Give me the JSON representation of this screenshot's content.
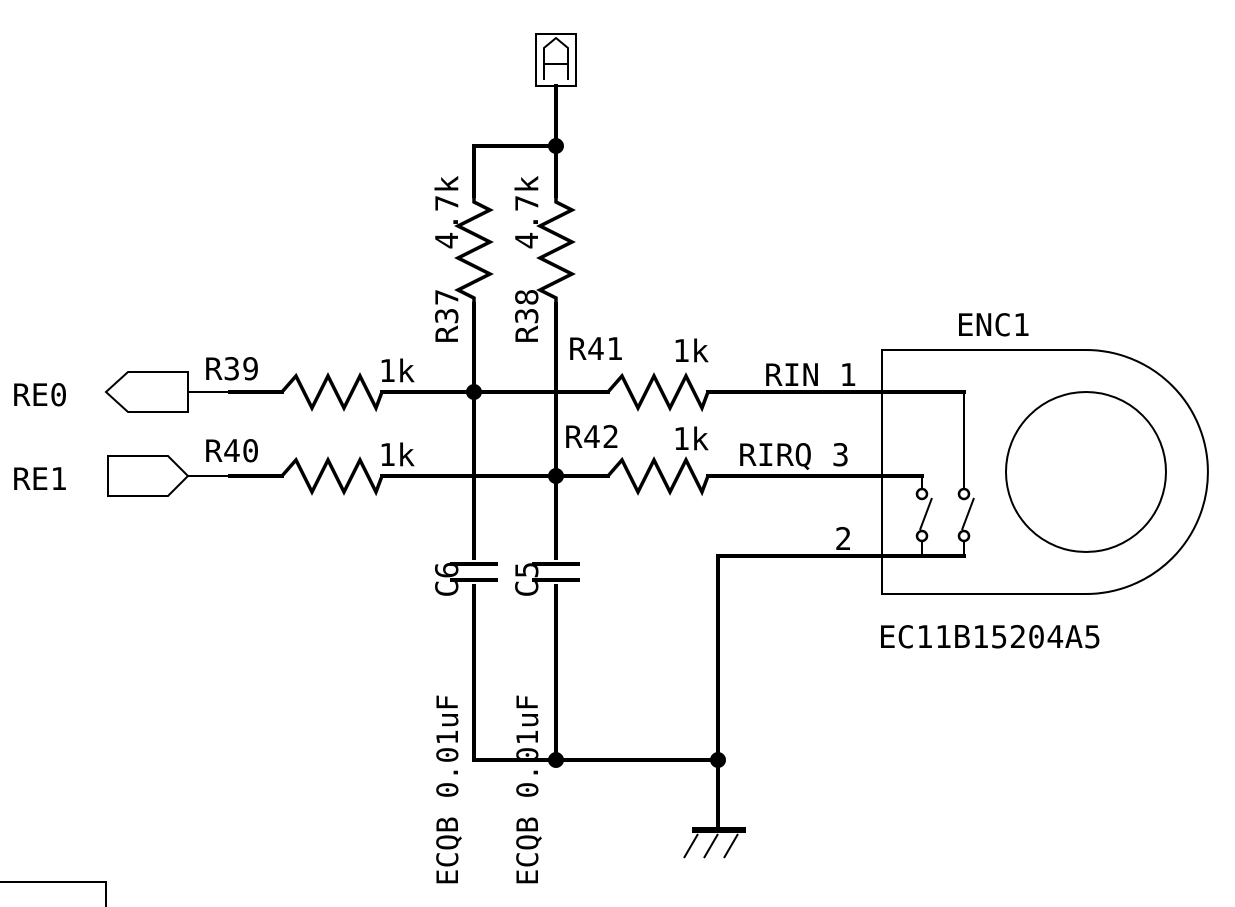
{
  "nets": {
    "re0": "RE0",
    "re1": "RE1"
  },
  "resistors": {
    "r37": {
      "ref": "R37",
      "value": "4.7k"
    },
    "r38": {
      "ref": "R38",
      "value": "4.7k"
    },
    "r39": {
      "ref": "R39",
      "value": "1k"
    },
    "r40": {
      "ref": "R40",
      "value": "1k"
    },
    "r41": {
      "ref": "R41",
      "value": "1k"
    },
    "r42": {
      "ref": "R42",
      "value": "1k"
    }
  },
  "capacitors": {
    "c6": {
      "ref": "C6",
      "value": "ECQB 0.01uF"
    },
    "c5": {
      "ref": "C5",
      "value": "ECQB 0.01uF"
    }
  },
  "encoder": {
    "ref": "ENC1",
    "part": "EC11B15204A5",
    "pin1_label": "RIN 1",
    "pin3_label": "RIRQ 3",
    "pin2_label": "2"
  },
  "power_symbol": {
    "letter": "A"
  }
}
